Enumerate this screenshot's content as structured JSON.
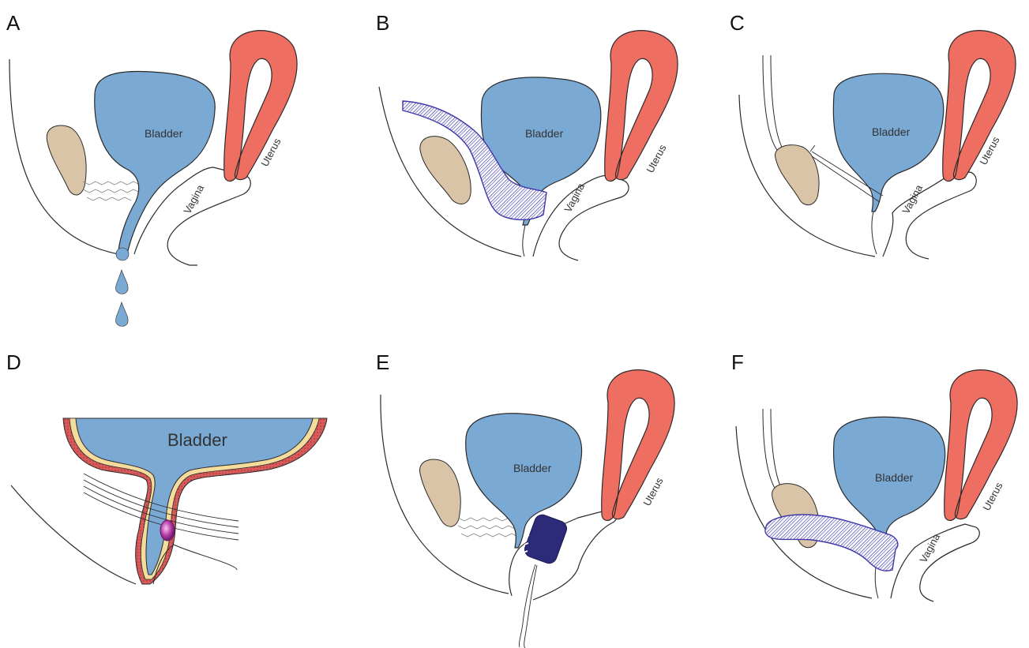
{
  "panels": [
    {
      "letter": "A",
      "labels": {
        "bladder": "Bladder",
        "uterus": "Uterus",
        "vagina": "Vagina"
      }
    },
    {
      "letter": "B",
      "labels": {
        "bladder": "Bladder",
        "uterus": "Uterus",
        "vagina": "Vagina"
      }
    },
    {
      "letter": "C",
      "labels": {
        "bladder": "Bladder",
        "uterus": "Uterus",
        "vagina": "Vagina"
      }
    },
    {
      "letter": "D",
      "labels": {
        "bladder": "Bladder"
      }
    },
    {
      "letter": "E",
      "labels": {
        "bladder": "Bladder",
        "uterus": "Uterus"
      }
    },
    {
      "letter": "F",
      "labels": {
        "bladder": "Bladder",
        "uterus": "Uterus",
        "vagina": "Vagina"
      }
    }
  ],
  "colors": {
    "bladder": "#7aa9d4",
    "uterus": "#ee6f62",
    "pubic_bone": "#d9c4a8",
    "mesh": "#3f38a8",
    "device": "#2d2a7a",
    "tissue_yellow": "#f3dc9c",
    "tissue_red": "#d85a5a",
    "outline": "#2a2a2a"
  }
}
